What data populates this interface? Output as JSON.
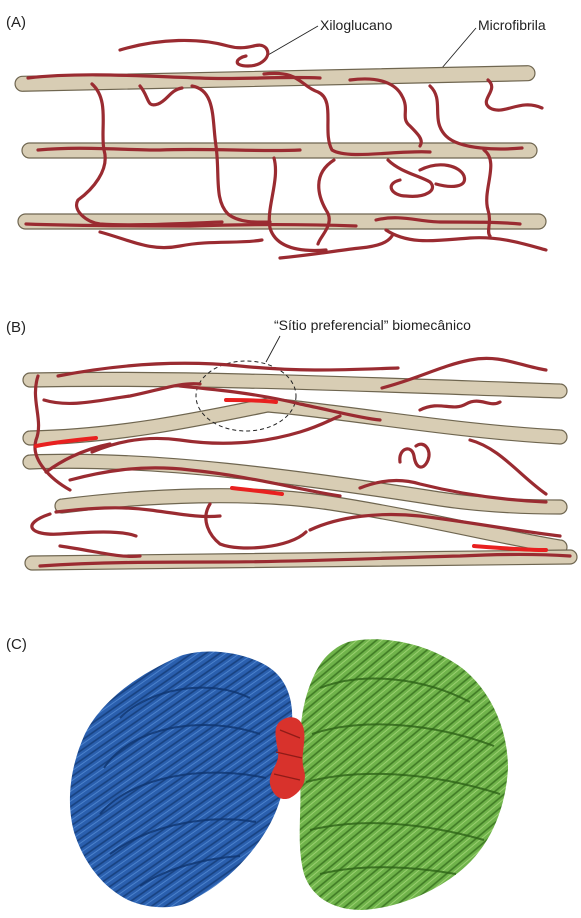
{
  "panels": {
    "a": {
      "label": "(A)",
      "xyloglucan_label": "Xiloglucano",
      "microfibril_label": "Microfibrila"
    },
    "b": {
      "label": "(B)",
      "hotspot_label": "“Sítio preferencial” biomecânico"
    },
    "c": {
      "label": "(C)"
    }
  },
  "colors": {
    "microfibril": "#d8cdb4",
    "xyloglucan": "#9a2b31",
    "hotspot": "#e8201f",
    "cellulose_blue": "#2a5fae",
    "cellulose_green": "#6fb34a",
    "contact_red": "#d8322c"
  }
}
